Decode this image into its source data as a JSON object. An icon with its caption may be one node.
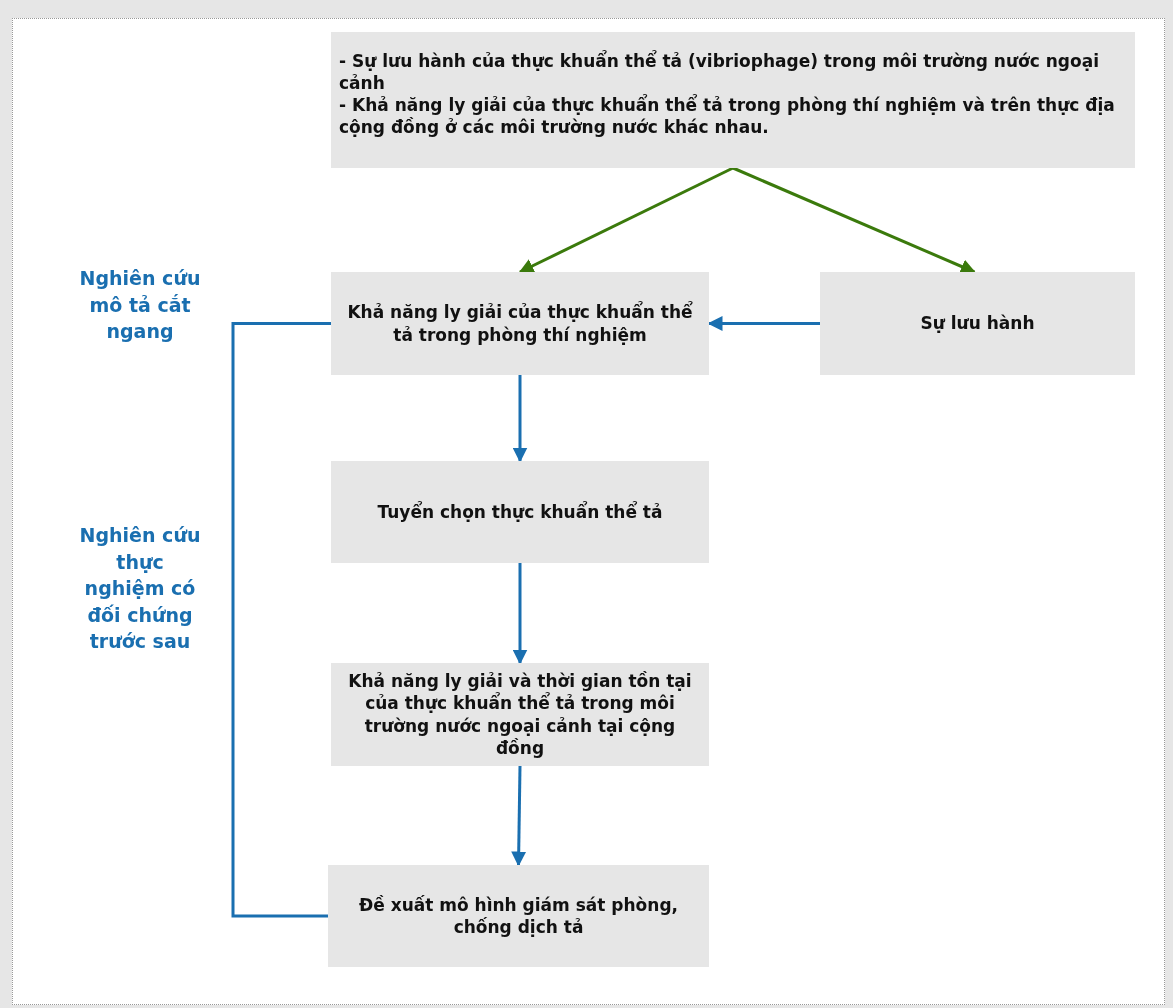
{
  "diagram": {
    "nodes": [
      {
        "text": [
          "- Sự lưu hành của thực khuẩn thể tả (vibriophage) trong môi trường nước ngoại cảnh",
          "- Khả năng ly giải của thực khuẩn thể tả trong phòng thí nghiệm và trên thực địa cộng đồng ở các môi trường nước khác nhau."
        ]
      },
      {
        "text": [
          "Khả năng ly giải của thực khuẩn thể tả trong phòng thí nghiệm"
        ]
      },
      {
        "text": [
          "Sự lưu hành"
        ]
      },
      {
        "text": [
          "Tuyển chọn thực khuẩn thể tả"
        ]
      },
      {
        "text": [
          "Khả năng ly giải và thời gian tồn tại của thực khuẩn thể tả trong môi trường nước ngoại cảnh tại cộng đồng"
        ]
      },
      {
        "text": [
          "Đề xuất mô hình giám sát phòng, chống dịch tả"
        ]
      }
    ],
    "edges": [
      {
        "from": 0,
        "to": 1,
        "arrow": "to",
        "color": "#3b7a0c"
      },
      {
        "from": 0,
        "to": 2,
        "arrow": "to",
        "color": "#3b7a0c"
      },
      {
        "from": 2,
        "to": 1,
        "arrow": "to"
      },
      {
        "from": 1,
        "to": 3,
        "arrow": "to"
      },
      {
        "from": 3,
        "to": 4,
        "arrow": "to"
      },
      {
        "from": 4,
        "to": 5,
        "arrow": "to"
      },
      {
        "from": 1,
        "to": 5,
        "arrow": "none"
      }
    ],
    "labels": [
      "Nghiên cứu mô tả cắt ngang",
      "Nghiên cứu thực nghiệm có đối chứng trước sau"
    ]
  }
}
